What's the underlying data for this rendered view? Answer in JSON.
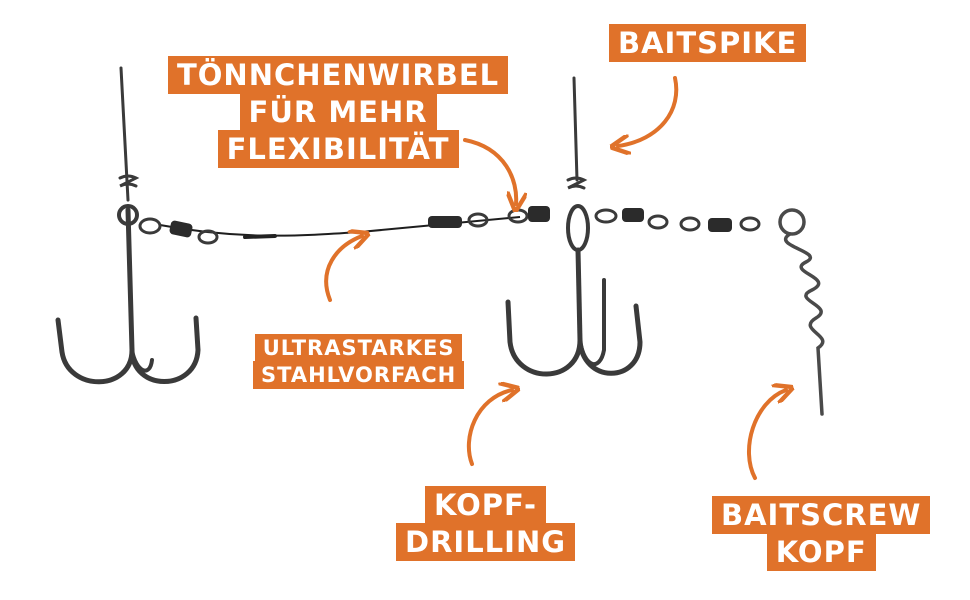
{
  "labels": {
    "toennchenwirbel": [
      "TÖNNCHENWIRBEL",
      "FÜR MEHR",
      "FLEXIBILITÄT"
    ],
    "baitspike": [
      "BAITSPIKE"
    ],
    "stahlvorfach": [
      "ULTRASTARKES",
      "STAHLVORFACH"
    ],
    "kopfdrilling": [
      "KOPF-",
      "DRILLING"
    ],
    "baitscrew": [
      "BAITSCREW",
      "KOPF"
    ]
  },
  "colors": {
    "accent": "#e0722a",
    "label_text": "#ffffff",
    "metal": "#3a3a3a",
    "wire": "#1e1e1e"
  }
}
